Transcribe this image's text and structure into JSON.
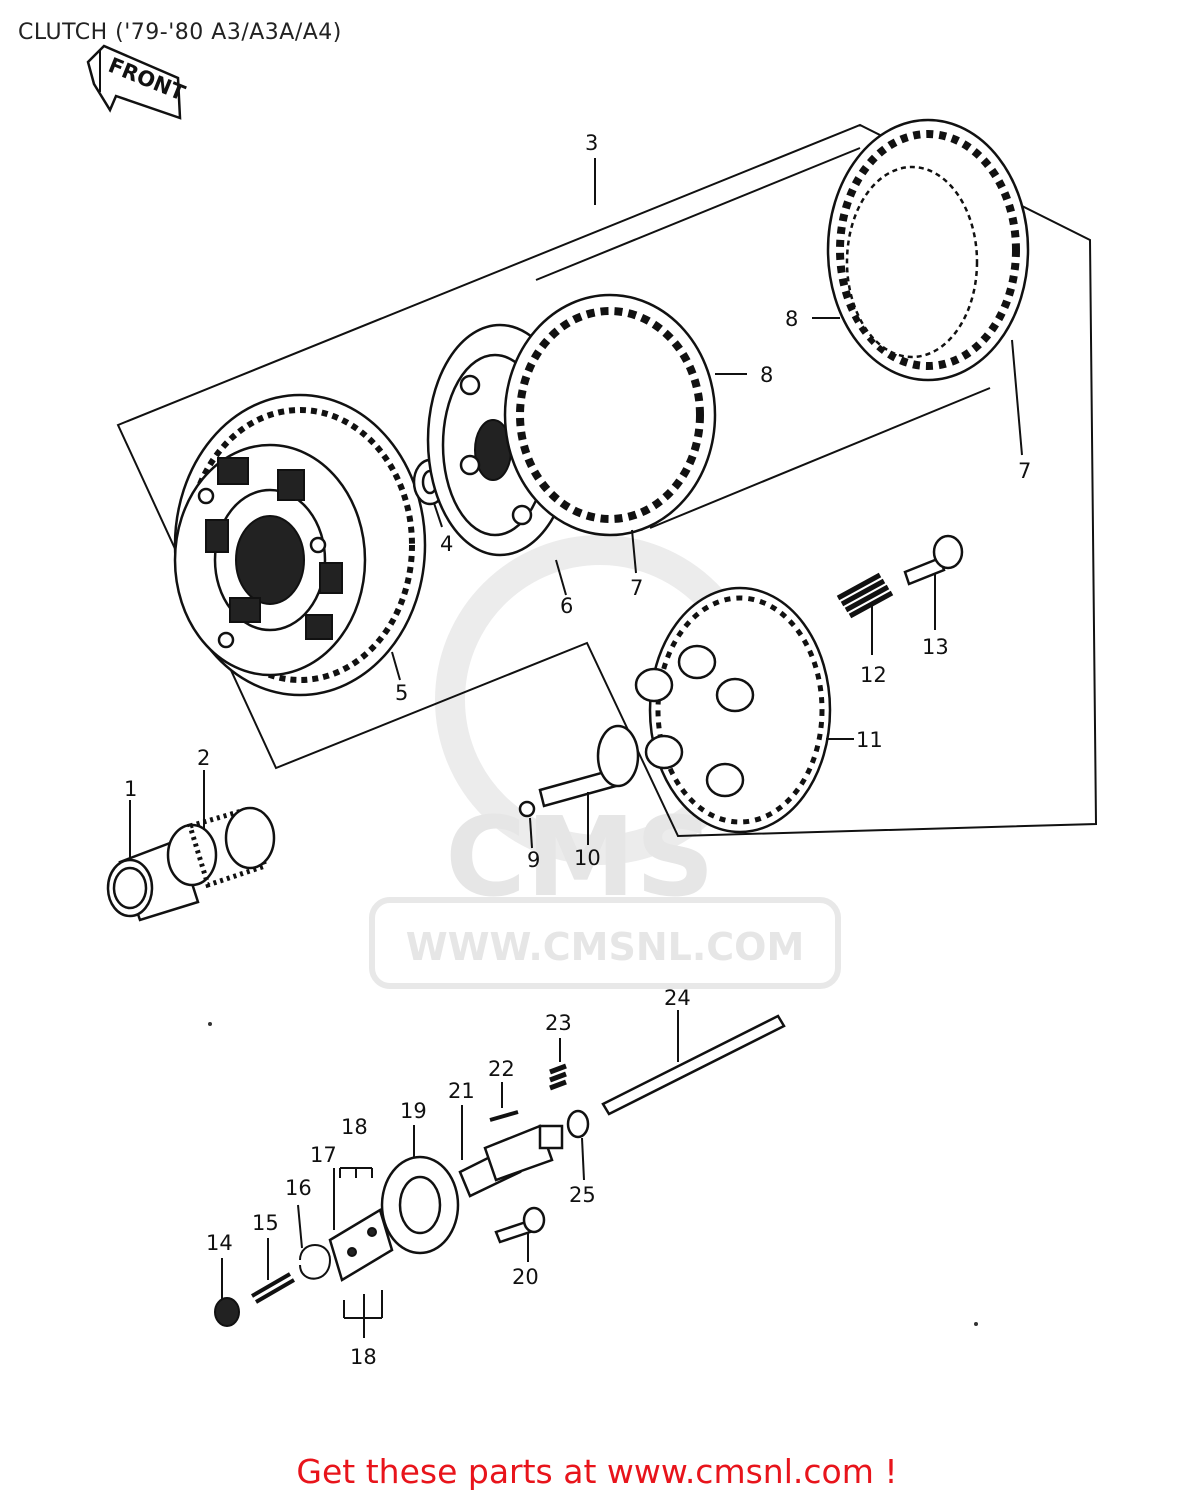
{
  "title": "CLUTCH ('79-'80 A3/A3A/A4)",
  "front_tag": "FRONT",
  "watermark": {
    "brand": "CMS",
    "url": "WWW.CMSNL.COM"
  },
  "callouts": {
    "c1": "1",
    "c2": "2",
    "c3": "3",
    "c4": "4",
    "c5": "5",
    "c6": "6",
    "c7a": "7",
    "c7b": "7",
    "c8a": "8",
    "c8b": "8",
    "c9": "9",
    "c10": "10",
    "c11": "11",
    "c12": "12",
    "c13": "13",
    "c14": "14",
    "c15": "15",
    "c16": "16",
    "c17": "17",
    "c18a": "18",
    "c18b": "18",
    "c19": "19",
    "c20": "20",
    "c21": "21",
    "c22": "22",
    "c23": "23",
    "c24": "24",
    "c25": "25"
  },
  "footer": "Get these parts at www.cmsnl.com !",
  "colors": {
    "footer": "#e8141b",
    "ink": "#111111",
    "watermark": "#e6e6e6"
  }
}
